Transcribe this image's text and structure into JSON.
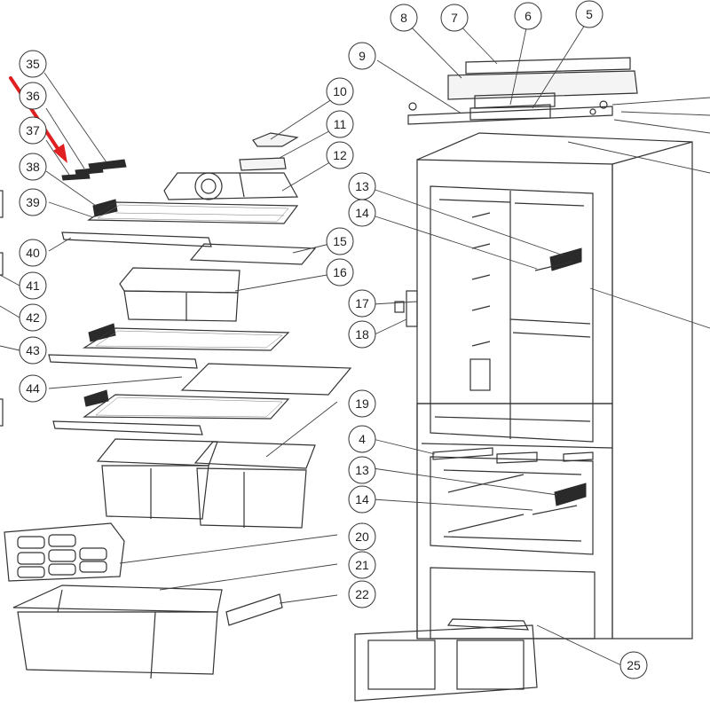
{
  "diagram": {
    "callouts": [
      {
        "id": "c8",
        "label": "8"
      },
      {
        "id": "c7",
        "label": "7"
      },
      {
        "id": "c6",
        "label": "6"
      },
      {
        "id": "c5",
        "label": "5"
      },
      {
        "id": "c9",
        "label": "9"
      },
      {
        "id": "c10",
        "label": "10"
      },
      {
        "id": "c11",
        "label": "11"
      },
      {
        "id": "c12",
        "label": "12"
      },
      {
        "id": "c13a",
        "label": "13"
      },
      {
        "id": "c14a",
        "label": "14"
      },
      {
        "id": "c15",
        "label": "15"
      },
      {
        "id": "c16",
        "label": "16"
      },
      {
        "id": "c17",
        "label": "17"
      },
      {
        "id": "c18",
        "label": "18"
      },
      {
        "id": "c19",
        "label": "19"
      },
      {
        "id": "c4",
        "label": "4"
      },
      {
        "id": "c13b",
        "label": "13"
      },
      {
        "id": "c14b",
        "label": "14"
      },
      {
        "id": "c20",
        "label": "20"
      },
      {
        "id": "c21",
        "label": "21"
      },
      {
        "id": "c22",
        "label": "22"
      },
      {
        "id": "c25",
        "label": "25"
      },
      {
        "id": "c35",
        "label": "35"
      },
      {
        "id": "c36",
        "label": "36"
      },
      {
        "id": "c37",
        "label": "37"
      },
      {
        "id": "c38",
        "label": "38"
      },
      {
        "id": "c39",
        "label": "39"
      },
      {
        "id": "c40",
        "label": "40"
      },
      {
        "id": "c41",
        "label": "41"
      },
      {
        "id": "c42",
        "label": "42"
      },
      {
        "id": "c43",
        "label": "43"
      },
      {
        "id": "c44",
        "label": "44"
      }
    ],
    "highlight_arrow_color": "#e02020"
  }
}
